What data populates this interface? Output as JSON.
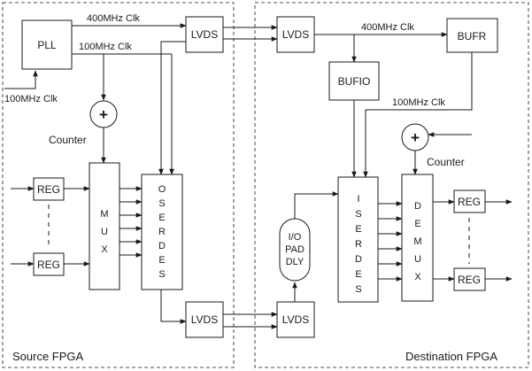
{
  "regions": {
    "source": "Source FPGA",
    "destination": "Destination FPGA"
  },
  "clocks": {
    "src_400": "400MHz Clk",
    "src_100": "100MHz Clk",
    "ext_100": "100MHz Clk",
    "dst_400": "400MHz Clk",
    "dst_100": "100MHz Clk"
  },
  "blocks": {
    "pll": "PLL",
    "lvds": "LVDS",
    "bufr": "BUFR",
    "bufio": "BUFIO",
    "reg": "REG",
    "counter_symbol": "+",
    "counter_label": "Counter",
    "mux": [
      "M",
      "U",
      "X"
    ],
    "oserdes": [
      "O",
      "S",
      "E",
      "R",
      "D",
      "E",
      "S"
    ],
    "iserdes": [
      "I",
      "S",
      "E",
      "R",
      "D",
      "E",
      "S"
    ],
    "demux": [
      "D",
      "E",
      "M",
      "U",
      "X"
    ],
    "iopad": [
      "I/O",
      "PAD",
      "DLY"
    ]
  }
}
